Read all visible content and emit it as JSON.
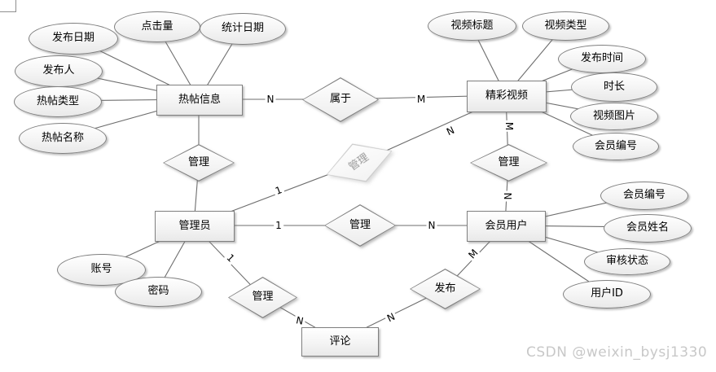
{
  "diagram": {
    "title_implied": "论坛/视频系统 E-R 图",
    "entities": [
      "热帖信息",
      "精彩视频",
      "管理员",
      "会员用户",
      "评论"
    ],
    "relationships": [
      "属于",
      "管理",
      "管理",
      "管理",
      "管理",
      "管理",
      "发布"
    ],
    "attributes": [
      {
        "entity": "热帖信息",
        "label": "发布日期"
      },
      {
        "entity": "热帖信息",
        "label": "点击量"
      },
      {
        "entity": "热帖信息",
        "label": "统计日期"
      },
      {
        "entity": "热帖信息",
        "label": "发布人"
      },
      {
        "entity": "热帖信息",
        "label": "热帖类型"
      },
      {
        "entity": "热帖信息",
        "label": "热帖名称"
      },
      {
        "entity": "精彩视频",
        "label": "视频标题"
      },
      {
        "entity": "精彩视频",
        "label": "视频类型"
      },
      {
        "entity": "精彩视频",
        "label": "发布时间"
      },
      {
        "entity": "精彩视频",
        "label": "时长"
      },
      {
        "entity": "精彩视频",
        "label": "视频图片"
      },
      {
        "entity": "精彩视频",
        "label": "会员编号"
      },
      {
        "entity": "管理员",
        "label": "账号"
      },
      {
        "entity": "管理员",
        "label": "密码"
      },
      {
        "entity": "会员用户",
        "label": "会员编号"
      },
      {
        "entity": "会员用户",
        "label": "会员姓名"
      },
      {
        "entity": "会员用户",
        "label": "审核状态"
      },
      {
        "entity": "会员用户",
        "label": "用户ID"
      }
    ],
    "cardinalities": [
      "N",
      "M",
      "M",
      "N",
      "N",
      "1",
      "1",
      "N",
      "1",
      "N",
      "M",
      "N"
    ],
    "watermark": "CSDN @weixin_bysj1330",
    "colors": {
      "shape_border": "#7f7f7f",
      "connector": "#6e6e6e",
      "watermark_text": "#c8c8c8",
      "ghost_diamond_border": "#c9c9c9",
      "ghost_diamond_text": "#9a9a9a"
    }
  }
}
